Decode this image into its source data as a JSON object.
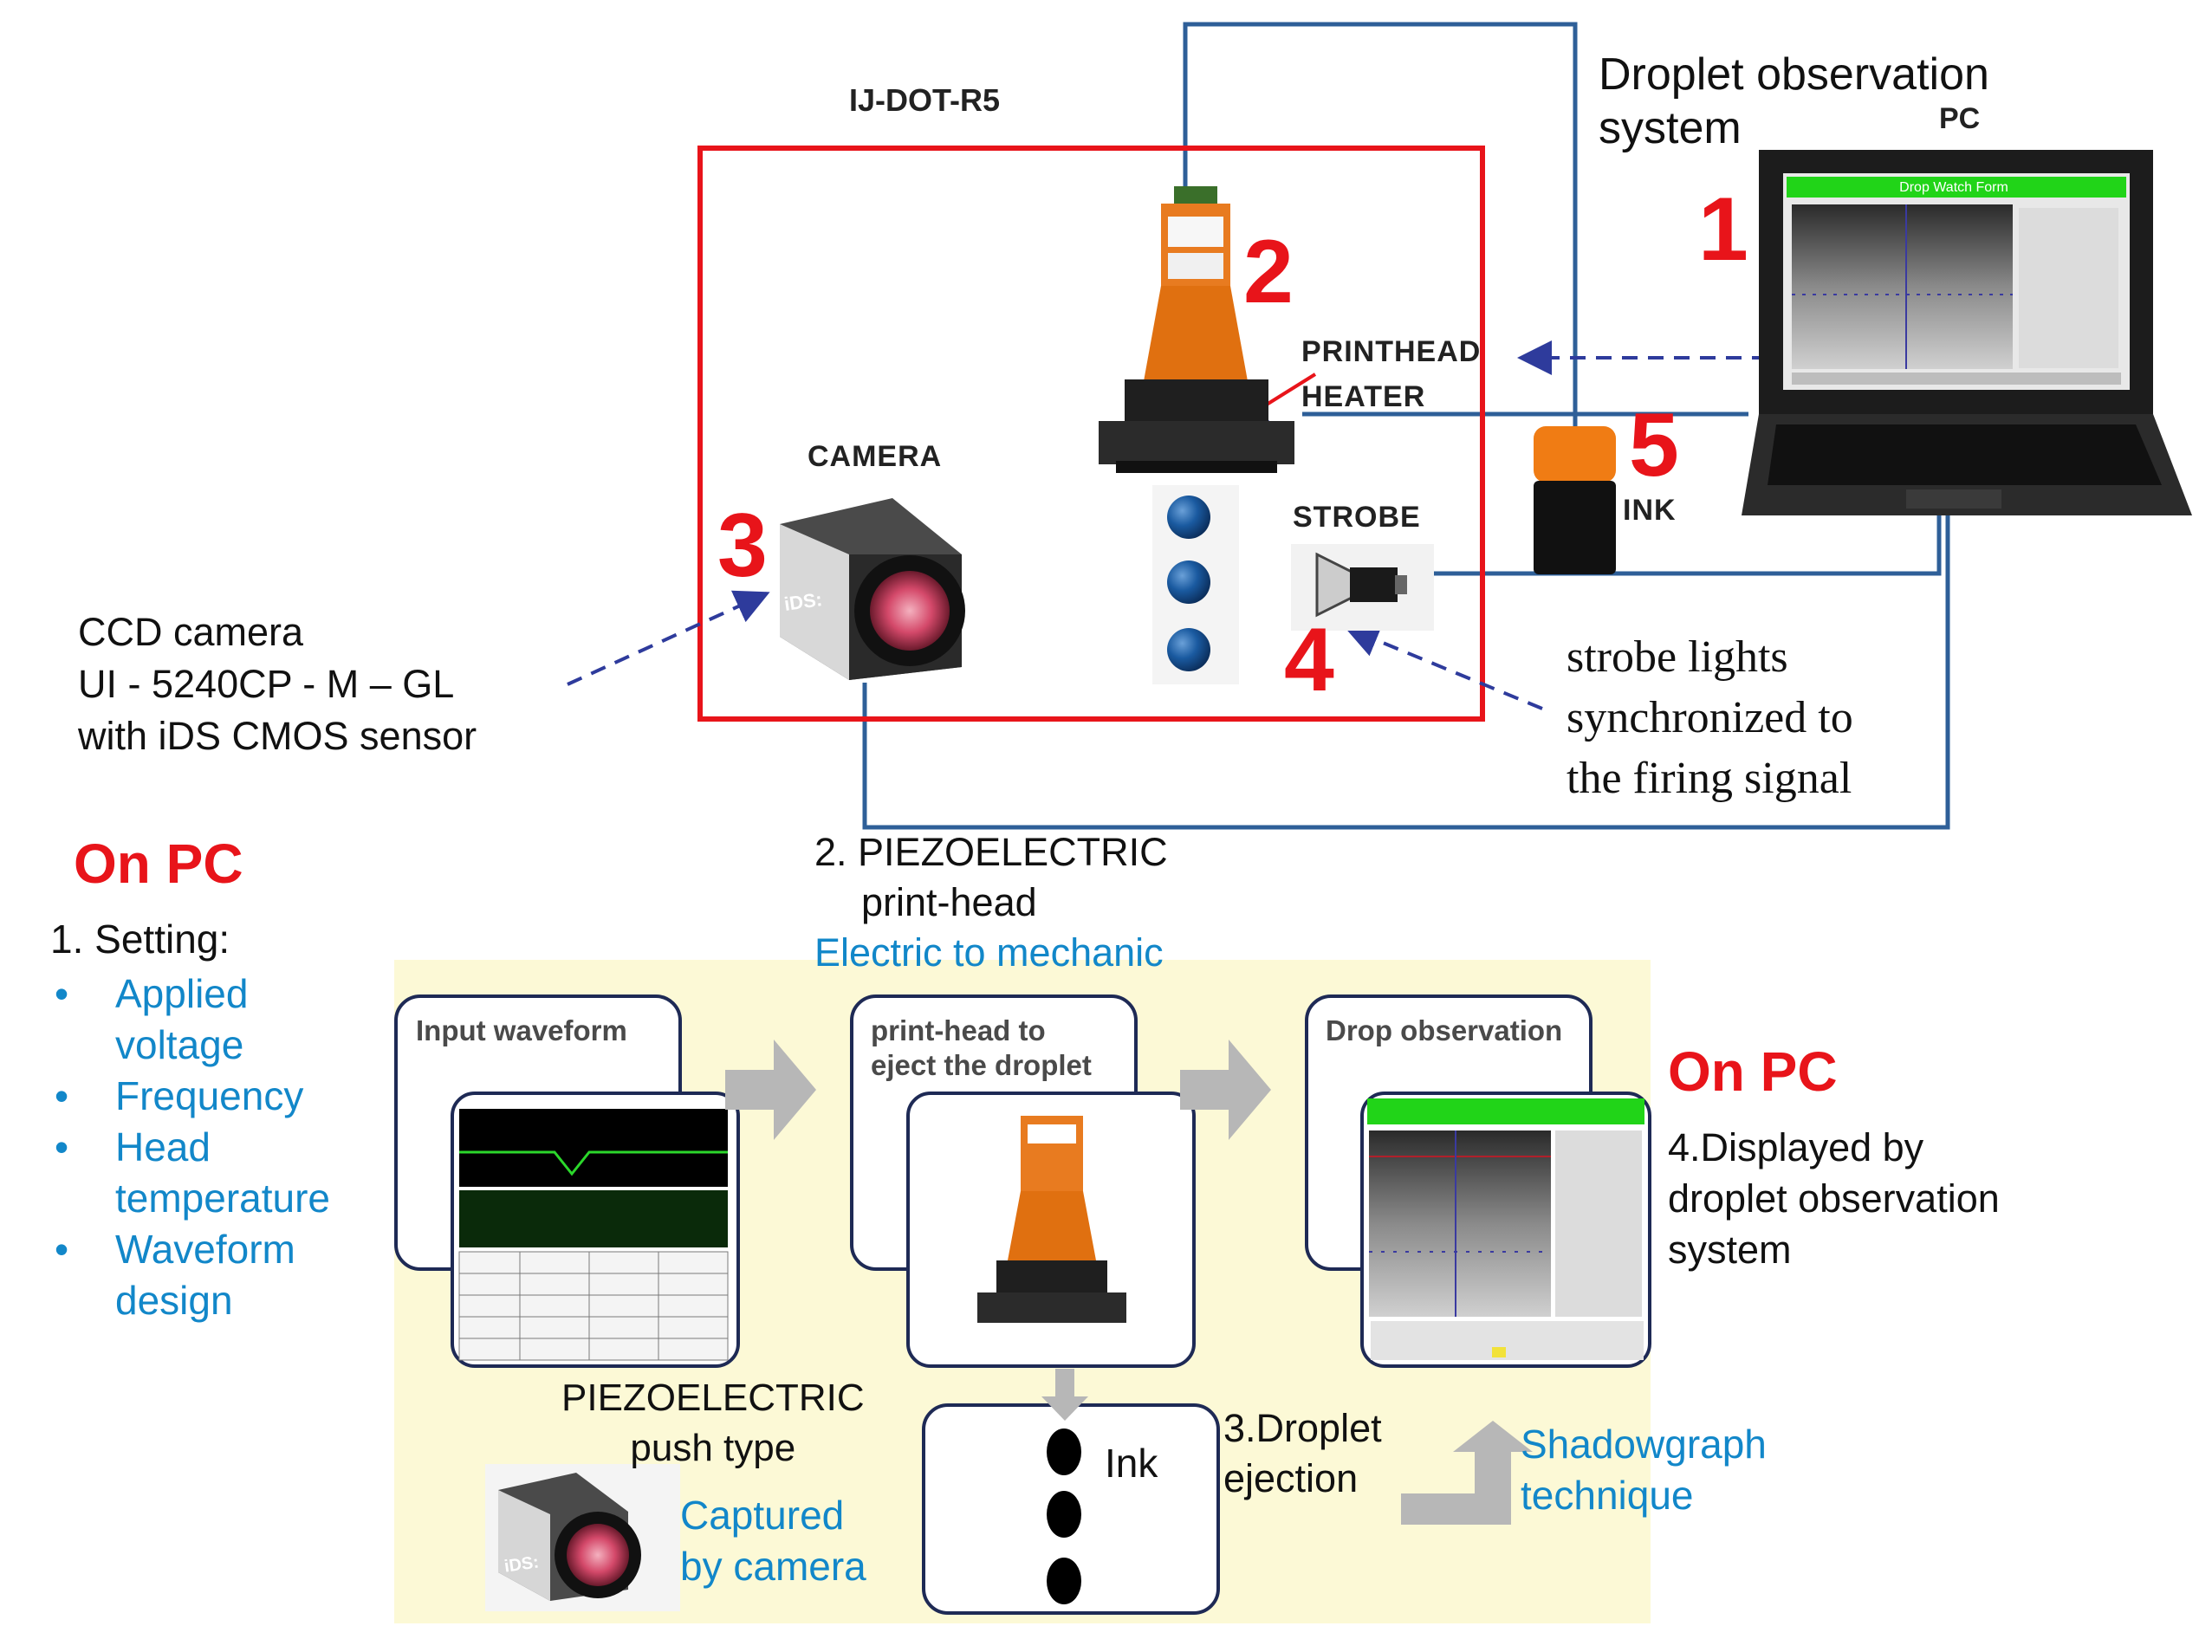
{
  "top": {
    "system_label": "IJ-DOT-R5",
    "observation_title_line1": "Droplet observation",
    "observation_title_line2": "system",
    "pc_label": "PC",
    "printhead_line1": "PRINTHEAD",
    "printhead_line2": "HEATER",
    "camera_label": "CAMERA",
    "strobe_label": "STROBE",
    "ink_label": "INK",
    "numbers": [
      "1",
      "2",
      "3",
      "4",
      "5"
    ],
    "ccd_line1": "CCD camera",
    "ccd_line2": "UI - 5240CP - M – GL",
    "ccd_line3": "with iDS CMOS sensor",
    "strobe_note_line1": "strobe lights",
    "strobe_note_line2": "synchronized to",
    "strobe_note_line3": "the firing signal",
    "pc_screen_title": "Drop Watch Form",
    "camera_brand": "iDS:"
  },
  "left": {
    "on_pc": "On PC",
    "setting_title": "1. Setting:",
    "bullet": "•",
    "settings": [
      {
        "line1": "Applied",
        "line2": "voltage"
      },
      {
        "line1": "Frequency",
        "line2": ""
      },
      {
        "line1": "Head",
        "line2": "temperature"
      },
      {
        "line1": "Waveform",
        "line2": "design"
      }
    ]
  },
  "middle": {
    "piezo_line1": "2. PIEZOELECTRIC",
    "piezo_line2": "print-head",
    "piezo_line3": "Electric to mechanic"
  },
  "flow": {
    "card1_title": "Input waveform",
    "card2_title_line1": "print-head to",
    "card2_title_line2": "eject the droplet",
    "card3_title": "Drop observation",
    "push_line1": "PIEZOELECTRIC",
    "push_line2": "push type",
    "captured_line1": "Captured",
    "captured_line2": "by camera",
    "ink_label": "Ink",
    "ejection_line1": "3.Droplet",
    "ejection_line2": "ejection",
    "shadow_line1": "Shadowgraph",
    "shadow_line2": "technique",
    "camera_brand": "iDS:"
  },
  "right": {
    "on_pc": "On PC",
    "display_line1": "4.Displayed by",
    "display_line2": "droplet observation",
    "display_line3": "system"
  },
  "colors": {
    "wire": "#2e5f98",
    "frame": "#e8141a",
    "accent_blue": "#1287c9",
    "panel": "#fcf9d6",
    "orange": "#e87b20",
    "screen_green": "#21d418"
  }
}
